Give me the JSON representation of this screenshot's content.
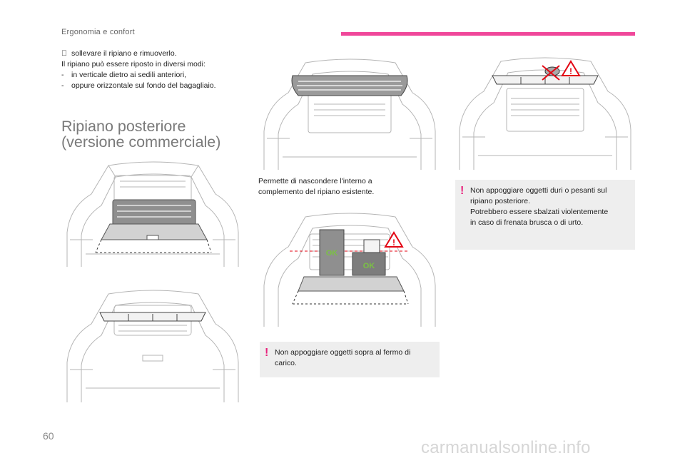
{
  "header": {
    "title": "Ergonomia e confort",
    "accent_color": "#f0479a"
  },
  "intro": {
    "bullet_mark": "",
    "bullet_text": "sollevare il ripiano e rimuoverlo.",
    "line": "Il ripiano può essere riposto in diversi modi:",
    "items": [
      {
        "mark": "-",
        "text": "in verticale dietro ai sedili anteriori,"
      },
      {
        "mark": "-",
        "text": "oppure orizzontale sul fondo del bagagliaio."
      }
    ]
  },
  "section": {
    "title_line1": "Ripiano posteriore",
    "title_line2": "(versione commerciale)"
  },
  "paragraph": {
    "line1": "Permette di nascondere l'interno a",
    "line2": "complemento del ripiano esistente."
  },
  "warnings": {
    "top": {
      "mark": "!",
      "lines": [
        "Non appoggiare oggetti duri o pesanti sul",
        "ripiano posteriore.",
        "Potrebbero essere sbalzati violentemente",
        "in caso di frenata brusca o di urto."
      ]
    },
    "bottom": {
      "mark": "!",
      "lines": [
        "Non appoggiare oggetti sopra al fermo di",
        "carico."
      ]
    }
  },
  "figures": {
    "ok_label": "OK",
    "warning_mark": "!",
    "warning_color": "#e30613",
    "ok_color": "#7ac143"
  },
  "page_number": "60",
  "watermark": "carmanualsonline.info"
}
